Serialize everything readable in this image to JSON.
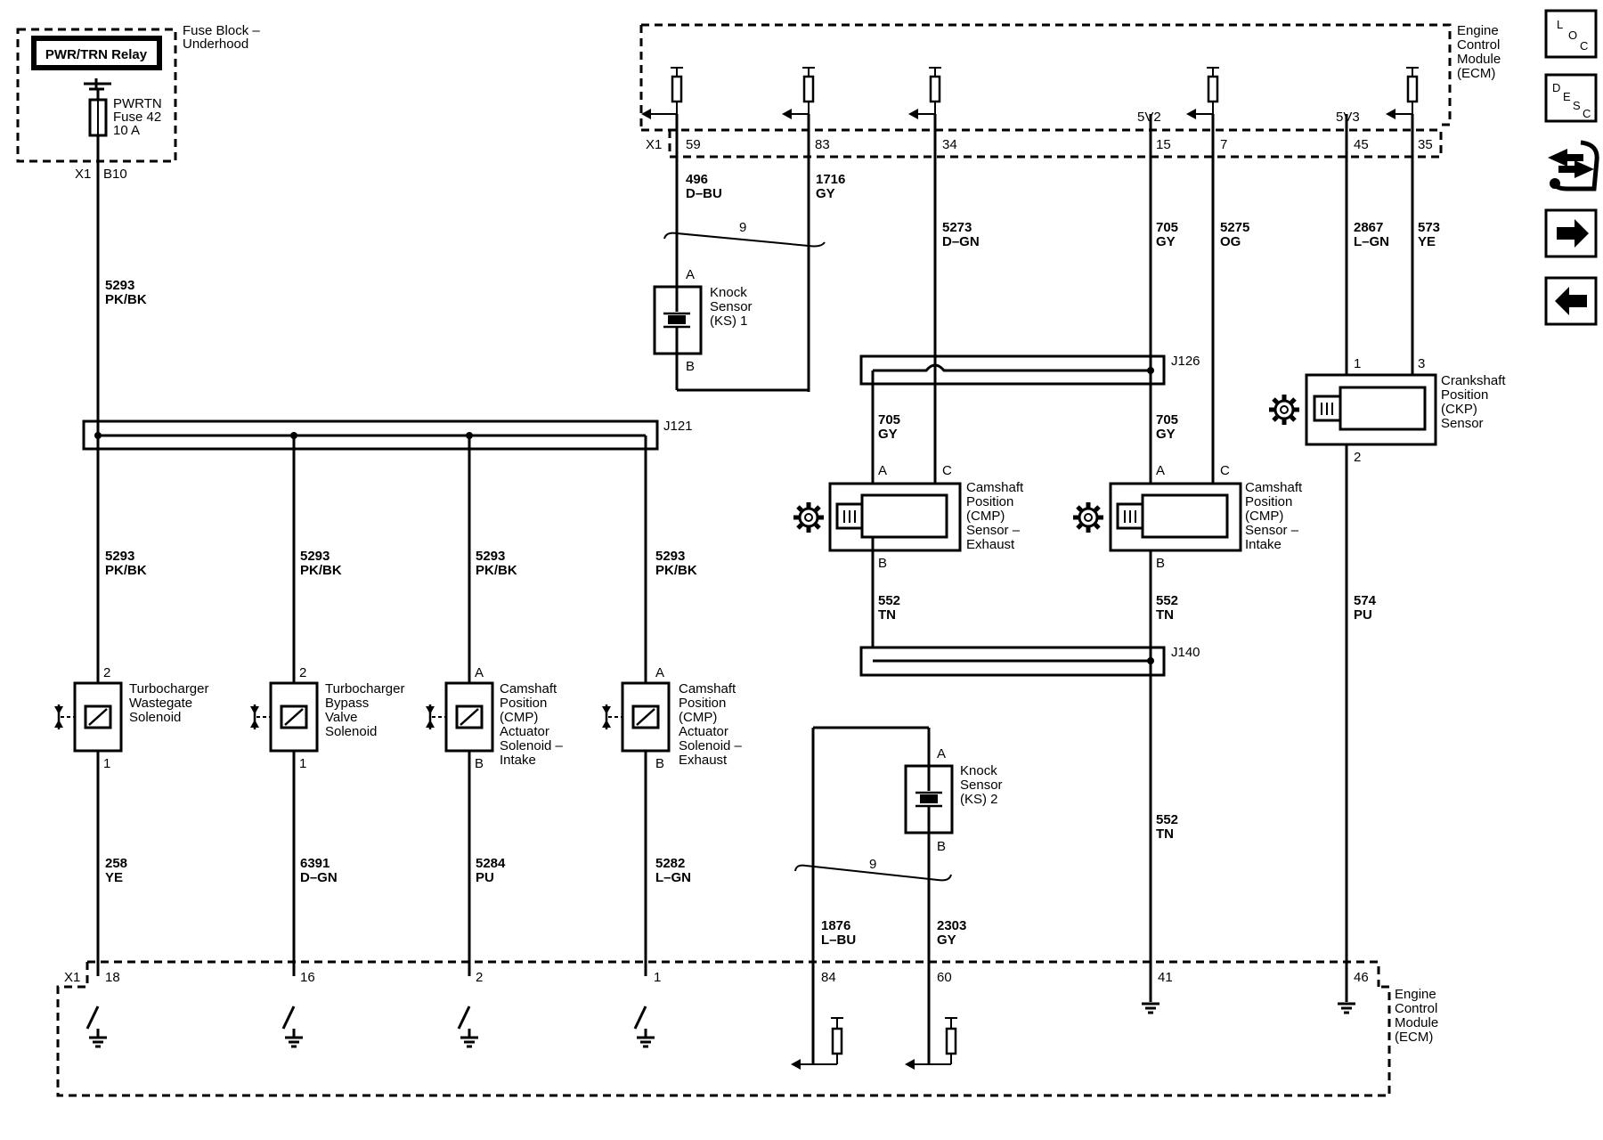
{
  "fuse_block": {
    "title_line1": "Fuse Block –",
    "title_line2": "Underhood",
    "relay": "PWR/TRN Relay",
    "fuse_line1": "PWRTN",
    "fuse_line2": "Fuse 42",
    "fuse_line3": "10 A",
    "connector": "X1",
    "pin": "B10"
  },
  "ecm_top": {
    "title_line1": "Engine",
    "title_line2": "Control",
    "title_line3": "Module",
    "title_line4": "(ECM)",
    "connector": "X1",
    "pins": [
      "59",
      "83",
      "34",
      "15",
      "7",
      "45",
      "35"
    ],
    "ref_5v2": "5V2",
    "ref_5v3": "5V3"
  },
  "ecm_bottom": {
    "title_line1": "Engine",
    "title_line2": "Control",
    "title_line3": "Module",
    "title_line4": "(ECM)",
    "connector": "X1",
    "pins": [
      "18",
      "16",
      "2",
      "1",
      "84",
      "60",
      "41",
      "46"
    ]
  },
  "wires": {
    "w496": [
      "496",
      "D–BU"
    ],
    "w1716": [
      "1716",
      "GY"
    ],
    "w5273": [
      "5273",
      "D–GN"
    ],
    "w705a": [
      "705",
      "GY"
    ],
    "w5275": [
      "5275",
      "OG"
    ],
    "w2867": [
      "2867",
      "L–GN"
    ],
    "w573": [
      "573",
      "YE"
    ],
    "w5293_top": [
      "5293",
      "PK/BK"
    ],
    "w5293_1": [
      "5293",
      "PK/BK"
    ],
    "w5293_2": [
      "5293",
      "PK/BK"
    ],
    "w5293_3": [
      "5293",
      "PK/BK"
    ],
    "w5293_4": [
      "5293",
      "PK/BK"
    ],
    "w705_exh": [
      "705",
      "GY"
    ],
    "w705_int": [
      "705",
      "GY"
    ],
    "w552_exh": [
      "552",
      "TN"
    ],
    "w552_int": [
      "552",
      "TN"
    ],
    "w552_low": [
      "552",
      "TN"
    ],
    "w574": [
      "574",
      "PU"
    ],
    "w258": [
      "258",
      "YE"
    ],
    "w6391": [
      "6391",
      "D–GN"
    ],
    "w5284": [
      "5284",
      "PU"
    ],
    "w5282": [
      "5282",
      "L–GN"
    ],
    "w1876": [
      "1876",
      "L–BU"
    ],
    "w2303": [
      "2303",
      "GY"
    ]
  },
  "splices": {
    "j121": "J121",
    "j126": "J126",
    "j140": "J140"
  },
  "twist": {
    "top": "9",
    "bottom": "9"
  },
  "knock1": {
    "label": [
      "Knock",
      "Sensor",
      "(KS) 1"
    ],
    "pin_a": "A",
    "pin_b": "B"
  },
  "knock2": {
    "label": [
      "Knock",
      "Sensor",
      "(KS) 2"
    ],
    "pin_a": "A",
    "pin_b": "B"
  },
  "cmp_exhaust": {
    "label": [
      "Camshaft",
      "Position",
      "(CMP)",
      "Sensor –",
      "Exhaust"
    ],
    "pin_a": "A",
    "pin_c": "C",
    "pin_b": "B"
  },
  "cmp_intake": {
    "label": [
      "Camshaft",
      "Position",
      "(CMP)",
      "Sensor –",
      "Intake"
    ],
    "pin_a": "A",
    "pin_c": "C",
    "pin_b": "B"
  },
  "ckp": {
    "label": [
      "Crankshaft",
      "Position",
      "(CKP)",
      "Sensor"
    ],
    "pin_1": "1",
    "pin_3": "3",
    "pin_2": "2"
  },
  "solenoids": [
    {
      "label": [
        "Turbocharger",
        "Wastegate",
        "Solenoid"
      ],
      "pin_top": "2",
      "pin_bottom": "1"
    },
    {
      "label": [
        "Turbocharger",
        "Bypass",
        "Valve",
        "Solenoid"
      ],
      "pin_top": "2",
      "pin_bottom": "1"
    },
    {
      "label": [
        "Camshaft",
        "Position",
        "(CMP)",
        "Actuator",
        "Solenoid –",
        "Intake"
      ],
      "pin_top": "A",
      "pin_bottom": "B"
    },
    {
      "label": [
        "Camshaft",
        "Position",
        "(CMP)",
        "Actuator",
        "Solenoid –",
        "Exhaust"
      ],
      "pin_top": "A",
      "pin_bottom": "B"
    }
  ],
  "nav": {
    "loc_icon": "loc-icon",
    "desc_icon": "desc-icon",
    "connector_icon": "connector-tool-icon",
    "next_icon": "arrow-right-icon",
    "prev_icon": "arrow-left-icon",
    "loc_letters": [
      "L",
      "O",
      "C"
    ],
    "desc_letters": [
      "D",
      "E",
      "S",
      "C"
    ]
  }
}
